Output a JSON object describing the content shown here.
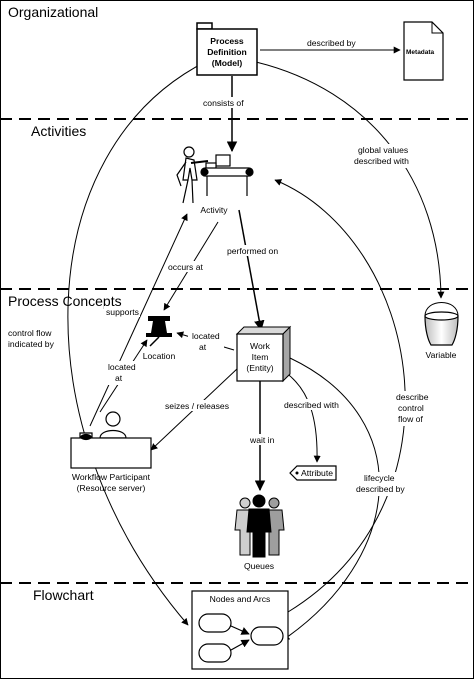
{
  "sections": {
    "organizational": "Organizational",
    "activities": "Activities",
    "process_concepts": "Process Concepts",
    "flowchart": "Flowchart"
  },
  "nodes": {
    "process_definition": [
      "Process",
      "Definition",
      "(Model)"
    ],
    "metadata": "Metadata",
    "activity": "Activity",
    "variable": "Variable",
    "location": "Location",
    "work_item": [
      "Work",
      "Item",
      "(Entity)"
    ],
    "workflow_participant": [
      "Workflow Participant",
      "(Resource server)"
    ],
    "attribute": "Attribute",
    "queues": "Queues",
    "nodes_and_arcs": "Nodes and Arcs"
  },
  "edges": {
    "described_by": "described by",
    "consists_of": "consists of",
    "global_values": [
      "global values",
      "described with"
    ],
    "performed_on": "performed on",
    "occurs_at": [
      "occurs at"
    ],
    "supports": "supports",
    "control_flow": [
      "control flow",
      "indicated by"
    ],
    "located_at_work": [
      "located",
      "at"
    ],
    "located_at_participant": [
      "located",
      "at"
    ],
    "seizes_releases": "seizes / releases",
    "described_with": "described with",
    "wait_in": "wait in",
    "describe_control_flow": [
      "describe",
      "control",
      "flow of"
    ],
    "lifecycle": [
      "lifecycle",
      "described by"
    ]
  }
}
